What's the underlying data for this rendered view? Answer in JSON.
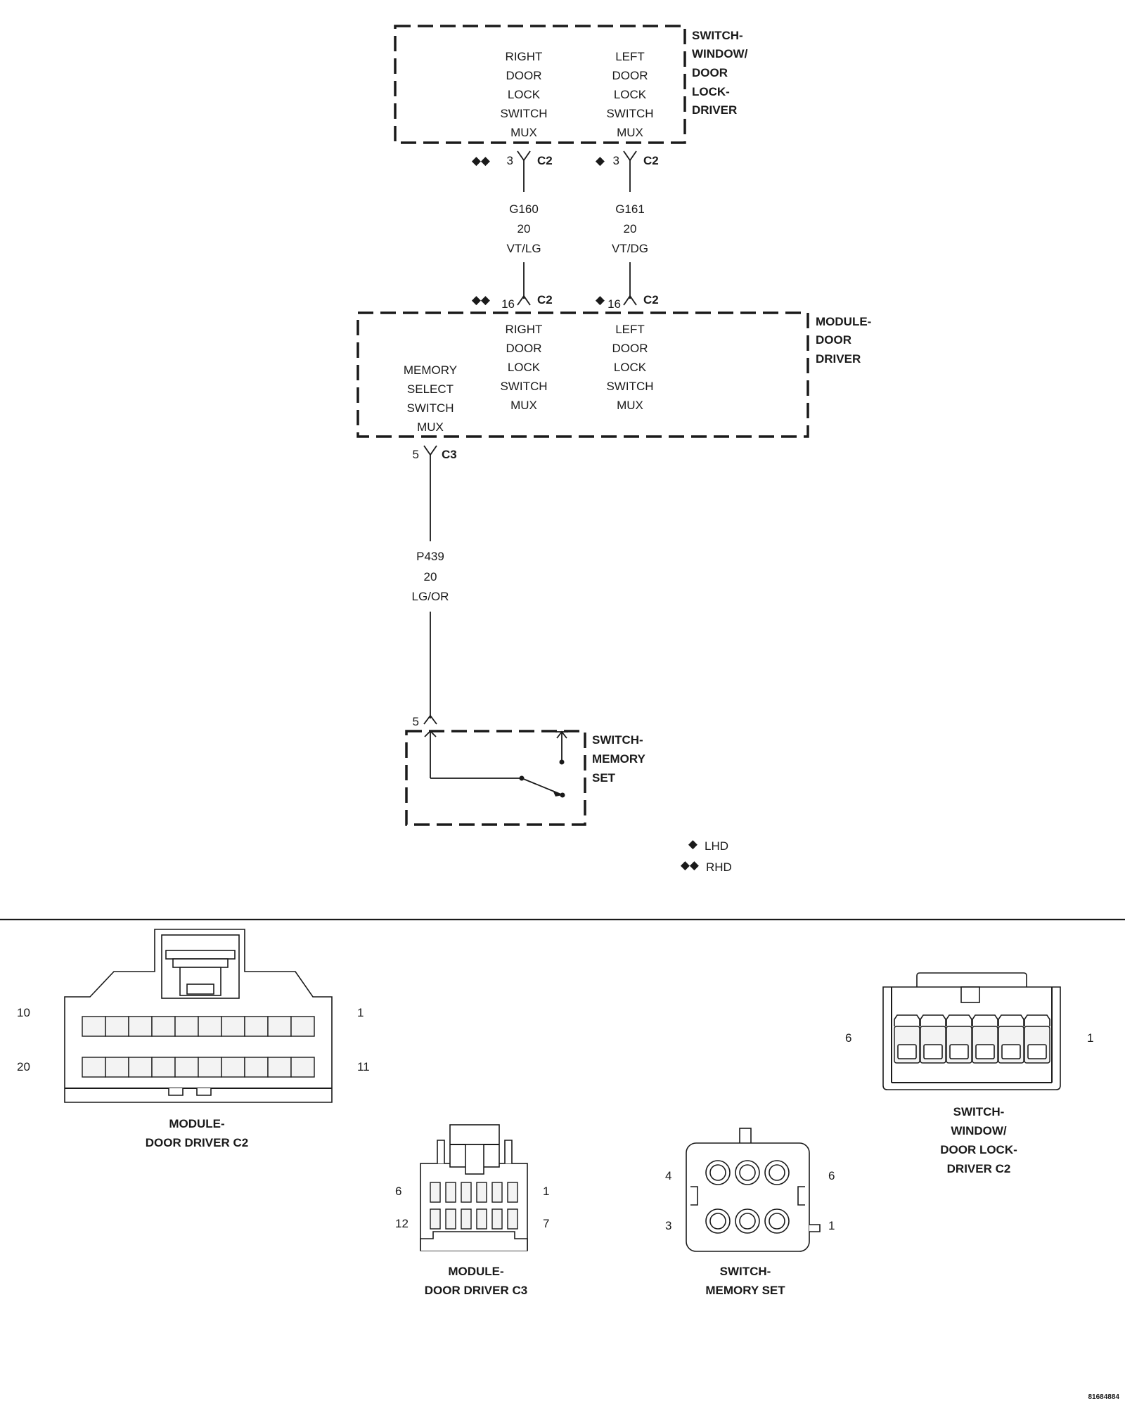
{
  "components": {
    "switch_window": {
      "name_lines": [
        "SWITCH-",
        "WINDOW/",
        "DOOR",
        "LOCK-",
        "DRIVER"
      ],
      "circuits": [
        {
          "lines": [
            "RIGHT",
            "DOOR",
            "LOCK",
            "SWITCH",
            "MUX"
          ]
        },
        {
          "lines": [
            "LEFT",
            "DOOR",
            "LOCK",
            "SWITCH",
            "MUX"
          ]
        }
      ]
    },
    "module_door": {
      "name_lines": [
        "MODULE-",
        "DOOR",
        "DRIVER"
      ],
      "circuits": [
        {
          "lines": [
            "MEMORY",
            "SELECT",
            "SWITCH",
            "MUX"
          ]
        },
        {
          "lines": [
            "RIGHT",
            "DOOR",
            "LOCK",
            "SWITCH",
            "MUX"
          ]
        },
        {
          "lines": [
            "LEFT",
            "DOOR",
            "LOCK",
            "SWITCH",
            "MUX"
          ]
        }
      ]
    },
    "switch_memory": {
      "name_lines": [
        "SWITCH-",
        "MEMORY",
        "SET"
      ]
    }
  },
  "pins": {
    "sw_right": {
      "pin": "3",
      "connector": "C2",
      "marker": "◆◆"
    },
    "sw_left": {
      "pin": "3",
      "connector": "C2",
      "marker": "◆"
    },
    "mod_right": {
      "pin": "16",
      "connector": "C2",
      "marker": "◆◆"
    },
    "mod_left": {
      "pin": "16",
      "connector": "C2",
      "marker": "◆"
    },
    "mod_memory": {
      "pin": "5",
      "connector": "C3"
    },
    "memory_switch": {
      "pin": "5"
    }
  },
  "wires": [
    {
      "circuit": "G160",
      "gauge": "20",
      "color": "VT/LG"
    },
    {
      "circuit": "G161",
      "gauge": "20",
      "color": "VT/DG"
    },
    {
      "circuit": "P439",
      "gauge": "20",
      "color": "LG/OR"
    }
  ],
  "legend": [
    {
      "symbol": "◆",
      "label": "LHD"
    },
    {
      "symbol": "◆◆",
      "label": "RHD"
    }
  ],
  "connector_views": {
    "module_c2": {
      "caption_lines": [
        "MODULE-",
        "DOOR DRIVER C2"
      ],
      "pin_top_left": "10",
      "pin_top_right": "1",
      "pin_bottom_left": "20",
      "pin_bottom_right": "11"
    },
    "module_c3": {
      "caption_lines": [
        "MODULE-",
        "DOOR DRIVER C3"
      ],
      "pin_top_left": "6",
      "pin_top_right": "1",
      "pin_bottom_left": "12",
      "pin_bottom_right": "7"
    },
    "memory_set": {
      "caption_lines": [
        "SWITCH-",
        "MEMORY SET"
      ],
      "pin_top_left": "4",
      "pin_top_right": "6",
      "pin_bottom_left": "3",
      "pin_bottom_right": "1"
    },
    "window_c2": {
      "caption_lines": [
        "SWITCH-",
        "WINDOW/",
        "DOOR LOCK-",
        "DRIVER C2"
      ],
      "pin_left": "6",
      "pin_right": "1"
    }
  },
  "figure_id": "81684884"
}
